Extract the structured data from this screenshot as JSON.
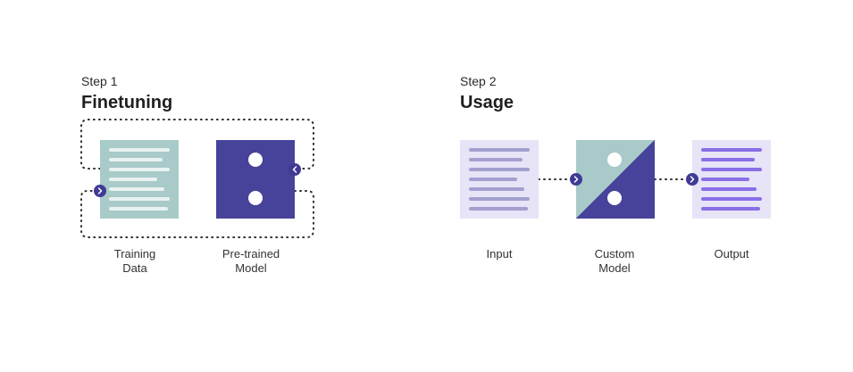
{
  "step1": {
    "label": "Step 1",
    "title": "Finetuning"
  },
  "step2": {
    "label": "Step 2",
    "title": "Usage"
  },
  "captions": {
    "training_data": [
      "Training",
      "Data"
    ],
    "pretrained_model": [
      "Pre-trained",
      "Model"
    ],
    "input": [
      "Input"
    ],
    "custom_model": [
      "Custom",
      "Model"
    ],
    "output": [
      "Output"
    ]
  },
  "colors": {
    "teal": "#a8cac8",
    "indigo": "#47439a",
    "lavender_bg": "#e6e4f6",
    "input_lines": "#a3a0cf",
    "output_lines": "#8a6ee6",
    "connector": "#2e2e2e"
  }
}
